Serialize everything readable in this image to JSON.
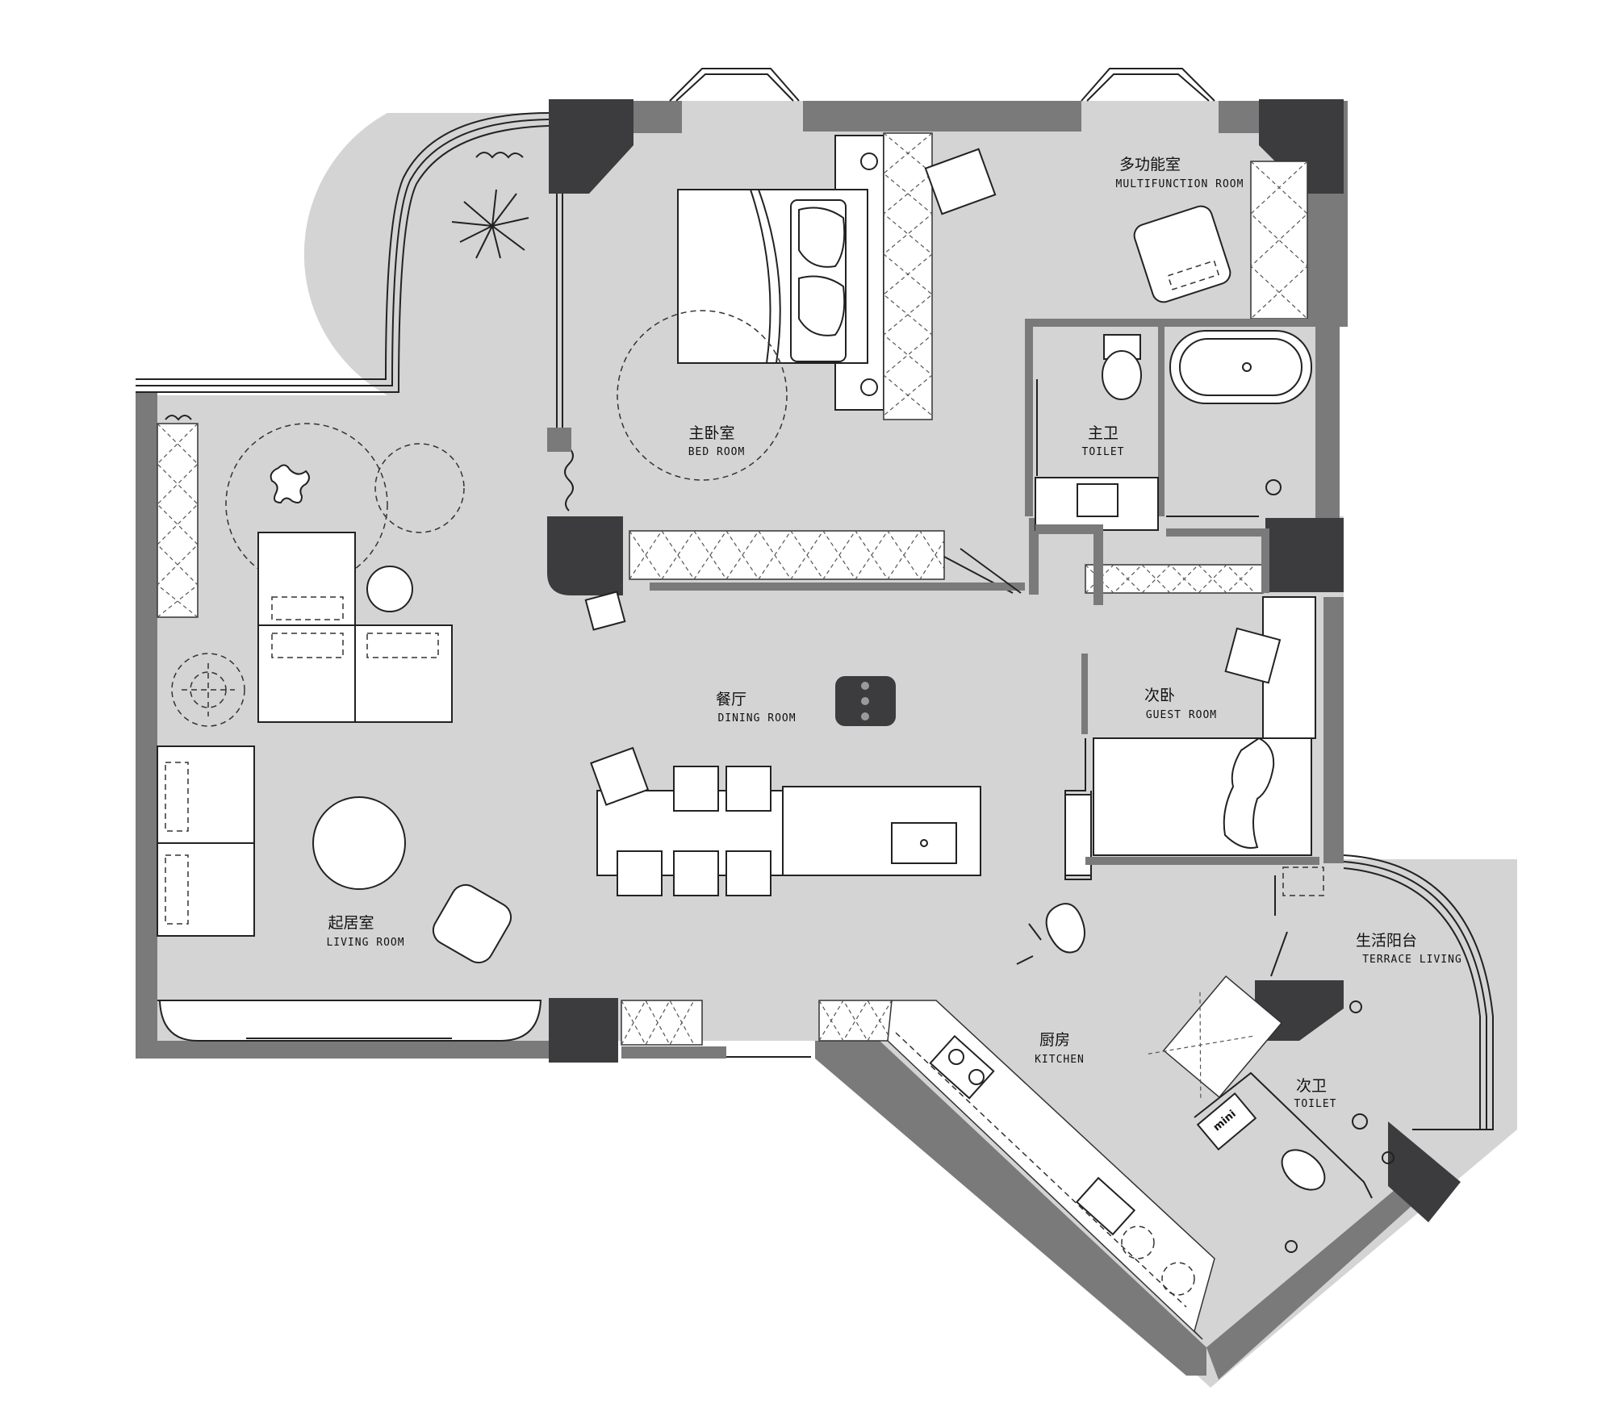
{
  "rooms": {
    "multifunction": {
      "cn": "多功能室",
      "en": "MULTIFUNCTION ROOM"
    },
    "master_bed": {
      "cn": "主卧室",
      "en": "BED ROOM"
    },
    "master_toilet": {
      "cn": "主卫",
      "en": "TOILET"
    },
    "dining": {
      "cn": "餐厅",
      "en": "DINING ROOM"
    },
    "guest": {
      "cn": "次卧",
      "en": "GUEST ROOM"
    },
    "living": {
      "cn": "起居室",
      "en": "LIVING ROOM"
    },
    "terrace": {
      "cn": "生活阳台",
      "en": "TERRACE LIVING"
    },
    "kitchen": {
      "cn": "厨房",
      "en": "KITCHEN"
    },
    "guest_toilet": {
      "cn": "次卫",
      "en": "TOILET"
    },
    "washer_tag": "mini"
  },
  "colors": {
    "floor": "#d4d4d4",
    "wall": "#7a7a7a",
    "column": "#3c3c3e",
    "furniture": "#ffffff",
    "line": "#222222"
  }
}
